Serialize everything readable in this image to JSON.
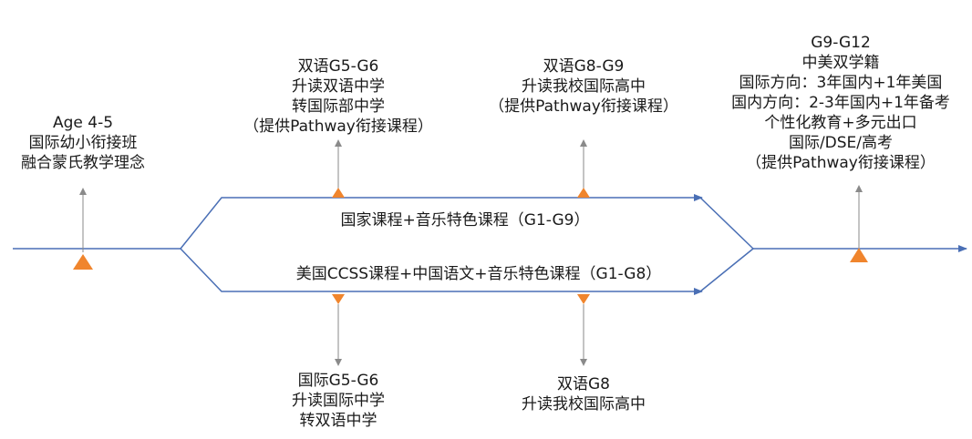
{
  "kindergarten": {
    "lines": [
      "Age 4-5",
      "国际幼小衔接班",
      "融合蒙氏教学理念"
    ]
  },
  "top_g5": {
    "lines": [
      "双语G5-G6",
      "升读双语中学",
      "转国际部中学",
      "（提供Pathway衔接课程）"
    ]
  },
  "top_g8": {
    "lines": [
      "双语G8-G9",
      "升读我校国际高中",
      "（提供Pathway衔接课程）"
    ]
  },
  "top_g9_12": {
    "lines": [
      "G9-G12",
      "中美双学籍",
      "国际方向：3年国内+1年美国",
      "国内方向：2-3年国内+1年备考",
      "个性化教育+多元出口",
      "国际/DSE/高考",
      "（提供Pathway衔接课程）"
    ]
  },
  "bottom_g5": {
    "lines": [
      "国际G5-G6",
      "升读国际中学",
      "转双语中学"
    ]
  },
  "bottom_g8": {
    "lines": [
      "双语G8",
      "升读我校国际高中"
    ]
  },
  "tracks": {
    "upper": "国家课程+音乐特色课程（G1-G9）",
    "lower": "美国CCSS课程+中国语文+音乐特色课程（G1-G8）"
  },
  "colors": {
    "line": "#4a6fb5",
    "marker": "#f0852d",
    "stem": "#8a8a8a"
  }
}
